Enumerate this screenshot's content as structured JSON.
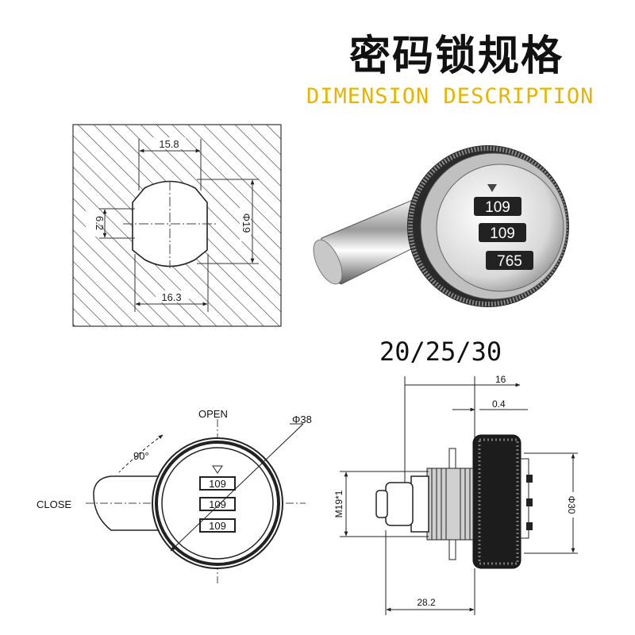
{
  "header": {
    "title": "密码锁规格",
    "subtitle": "DIMENSION DESCRIPTION"
  },
  "cutout": {
    "dim_top": "15.8",
    "dim_bottom": "16.3",
    "dim_left": "6.2",
    "dim_right": "Φ19"
  },
  "photo": {
    "dials": [
      "109",
      "109",
      "765"
    ]
  },
  "lengths": "20/25/30",
  "front_view": {
    "open_label": "OPEN",
    "close_label": "CLOSE",
    "angle_label": "90°",
    "diameter_label": "Φ38",
    "dials": [
      "109",
      "109",
      "109"
    ]
  },
  "side_view": {
    "dim_top": "16",
    "dim_gap": "0.4",
    "thread_label": "M19*1",
    "diameter_label": "Φ30",
    "length_label": "28.2"
  },
  "colors": {
    "subtitle": "#e8b400",
    "line": "#222222"
  }
}
